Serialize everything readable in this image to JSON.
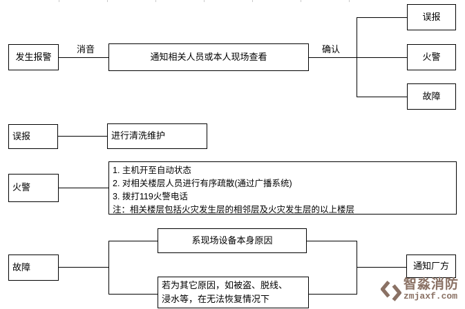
{
  "colors": {
    "line": "#000000",
    "box_border": "#000000",
    "box_bg": "#ffffff",
    "watermark": "#8a7164",
    "ruler_tick": "#c9c9c9"
  },
  "flowchart": {
    "row1": {
      "start": "发生报警",
      "edge1_label": "消音",
      "center": "通知相关人员或本人现场查看",
      "edge2_label": "确认",
      "outcome_false_alarm": "误报",
      "outcome_fire": "火警",
      "outcome_fault": "故障"
    },
    "row2": {
      "source": "误报",
      "action": "进行清洗维护"
    },
    "row3": {
      "source": "火警",
      "steps": [
        "1. 主机开至自动状态",
        "2. 对相关楼层人员进行有序疏散(通过广播系统)",
        "3. 拨打119火警电话",
        "注：相关楼层包括火灾发生层的相邻层及火灾发生层的以上楼层"
      ]
    },
    "row4": {
      "source": "故障",
      "cause_equipment": "系现场设备本身原因",
      "cause_other_line1": "若为其它原因，如被盗、脱线、",
      "cause_other_line2": "浸水等，在无法恢复情况下",
      "notify": "通知厂方"
    }
  },
  "watermark": {
    "name": "智淼消防",
    "site": "zmjaxf.com"
  }
}
